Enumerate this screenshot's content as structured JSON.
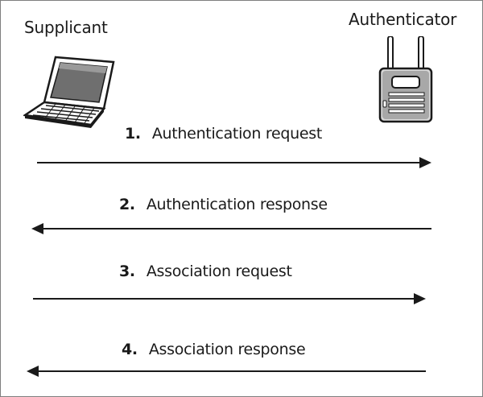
{
  "parties": {
    "left": "Supplicant",
    "right": "Authenticator"
  },
  "messages": [
    {
      "num": "1.",
      "text": "Authentication request",
      "direction": "to-right"
    },
    {
      "num": "2.",
      "text": "Authentication response",
      "direction": "to-left"
    },
    {
      "num": "3.",
      "text": "Association request",
      "direction": "to-right"
    },
    {
      "num": "4.",
      "text": "Association response",
      "direction": "to-left"
    }
  ],
  "icons": {
    "left": "laptop-icon",
    "right": "wireless-access-point-icon"
  },
  "colors": {
    "line": "#1a1a1a",
    "border": "#7f7f7f"
  }
}
